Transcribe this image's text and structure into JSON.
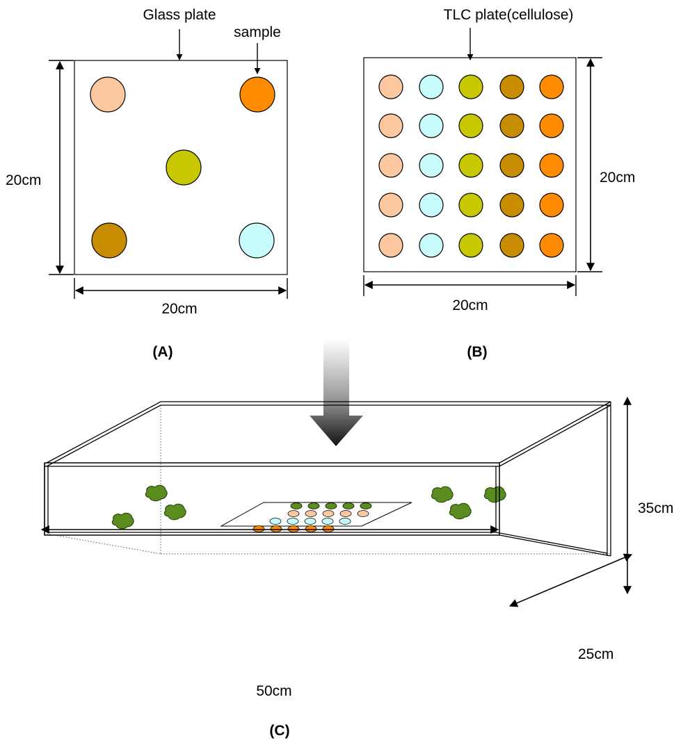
{
  "panel_a": {
    "label_glass_plate": "Glass plate",
    "label_sample": "sample",
    "dim_height": "20cm",
    "dim_width": "20cm",
    "caption": "(A)",
    "spot_colors": [
      "#fdc8a0",
      "#ff8c00",
      "#c8c800",
      "#c88c00",
      "#c8fcfc"
    ]
  },
  "panel_b": {
    "label_tlc_plate": "TLC plate(cellulose)",
    "dim_height": "20cm",
    "dim_width": "20cm",
    "caption": "(B)",
    "column_colors": [
      "#fdc8a0",
      "#c8fcfc",
      "#c8c800",
      "#c88c00",
      "#ff8c00"
    ],
    "rows": 5
  },
  "panel_c": {
    "dim_height": "35cm",
    "dim_depth": "25cm",
    "dim_width": "50cm",
    "caption": "(C)",
    "leaf_color": "#5a8c1e",
    "mini_plate_rows": [
      [
        "#5a8c1e",
        "#5a8c1e",
        "#5a8c1e",
        "#5a8c1e",
        "#5a8c1e"
      ],
      [
        "#fdc8a0",
        "#fdc8a0",
        "#fdc8a0",
        "#fdc8a0",
        "#fdc8a0"
      ],
      [
        "#c8fcfc",
        "#c8fcfc",
        "#c8fcfc",
        "#c8fcfc",
        "#c8fcfc"
      ],
      [
        "#ff8c00",
        "#ff8c00",
        "#ff8c00",
        "#ff8c00",
        "#ff8c00"
      ]
    ]
  }
}
